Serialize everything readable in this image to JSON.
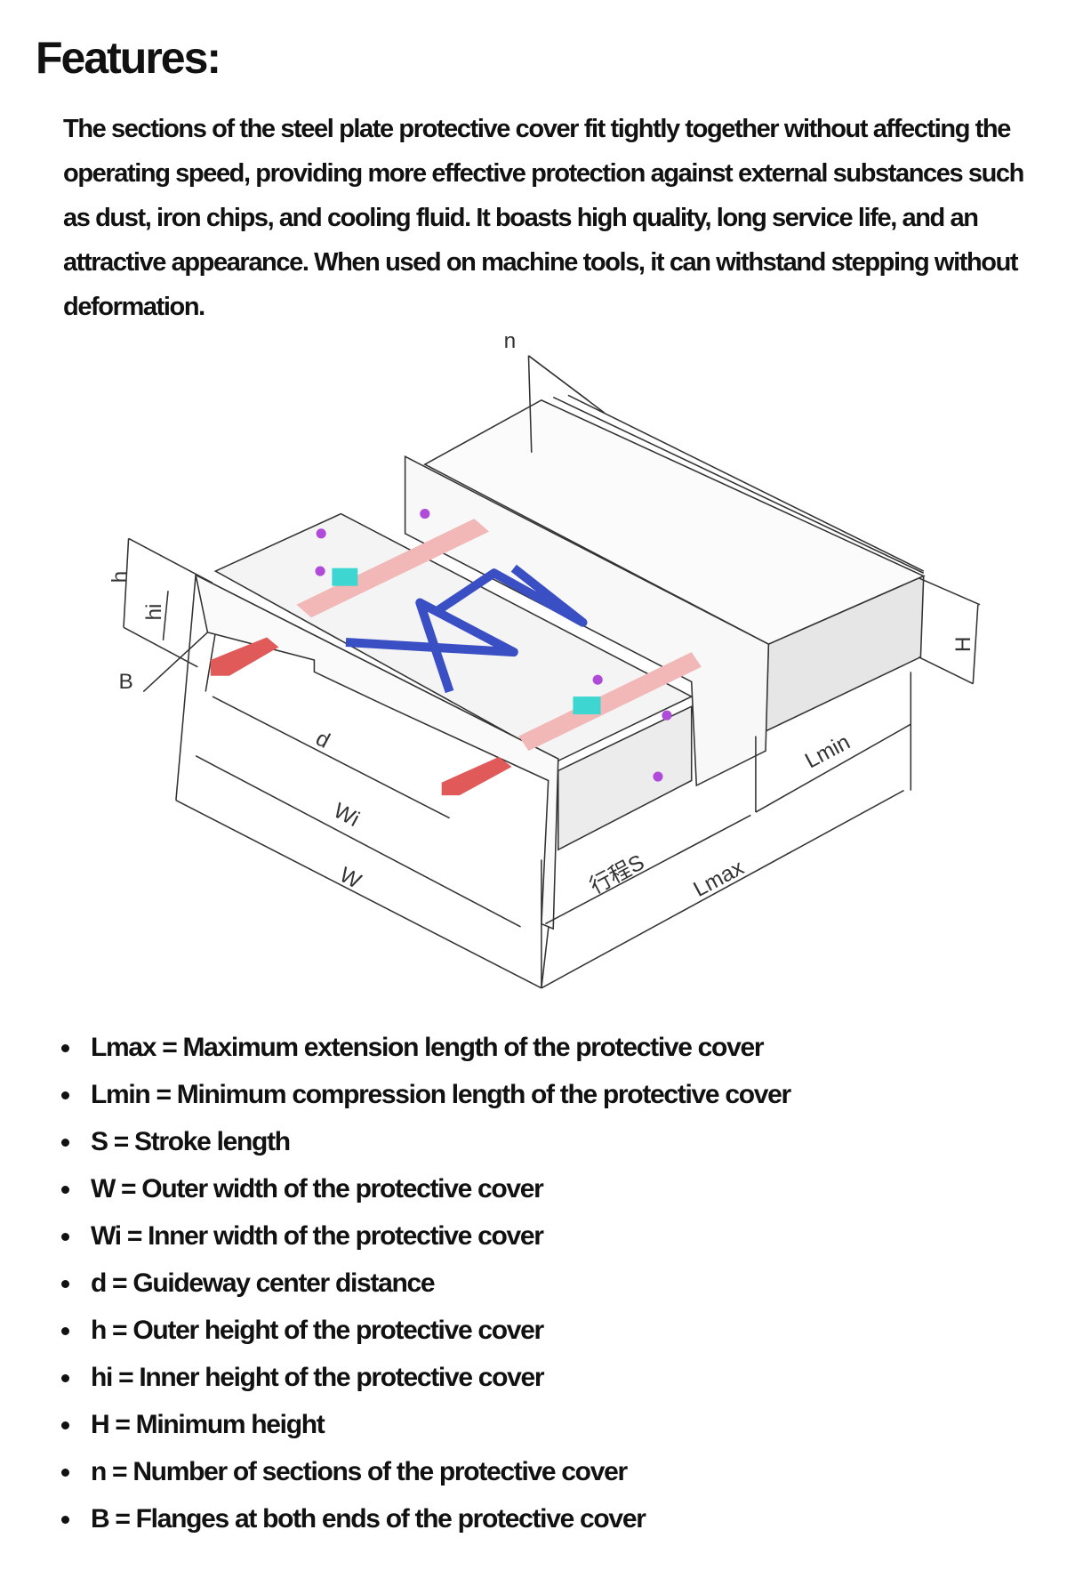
{
  "heading": "Features:",
  "description": "The sections of the steel plate protective cover fit tightly together without affecting the operating speed, providing more effective protection against external substances such as dust, iron chips, and cooling fluid. It boasts high quality, long service life, and an attractive appearance. When used on machine tools, it can withstand stepping without deformation.",
  "diagram": {
    "labels": {
      "n": "n",
      "h": "h",
      "hi": "hi",
      "B": "B",
      "d": "d",
      "Wi": "Wi",
      "W": "W",
      "stroke": "行程S",
      "Lmax": "Lmax",
      "Lmin": "Lmin",
      "H": "H"
    },
    "colors": {
      "rail": "#f2b8b8",
      "block": "#e05a5a",
      "scissor": "#3b4fc4",
      "slider": "#3dd6d0",
      "bolt": "#b04ad8"
    }
  },
  "definitions": [
    "Lmax = Maximum extension length of the protective cover",
    "Lmin = Minimum compression length of the protective cover",
    "S = Stroke length",
    "W = Outer width of the protective cover",
    "Wi = Inner width of the protective cover",
    "d = Guideway center distance",
    "h = Outer height of the protective cover",
    "hi = Inner height of the protective cover",
    "H = Minimum height",
    "n = Number of sections of the protective cover",
    "B = Flanges at both ends of the protective cover"
  ]
}
